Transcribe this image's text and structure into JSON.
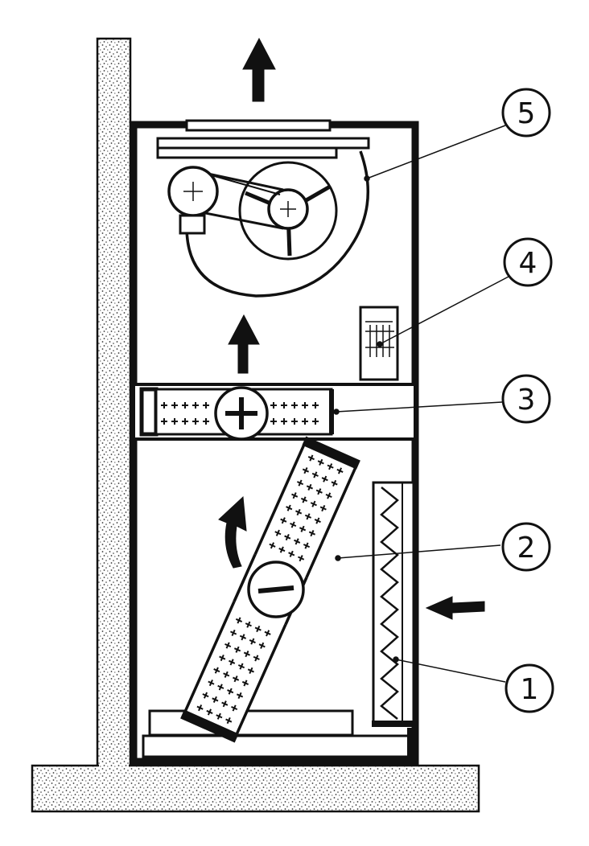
{
  "callouts": [
    {
      "id": "1",
      "label": "1"
    },
    {
      "id": "2",
      "label": "2"
    },
    {
      "id": "3",
      "label": "3"
    },
    {
      "id": "4",
      "label": "4"
    },
    {
      "id": "5",
      "label": "5"
    }
  ],
  "colors": {
    "ink": "#111111",
    "paper": "#ffffff",
    "stipple": "#333333"
  }
}
